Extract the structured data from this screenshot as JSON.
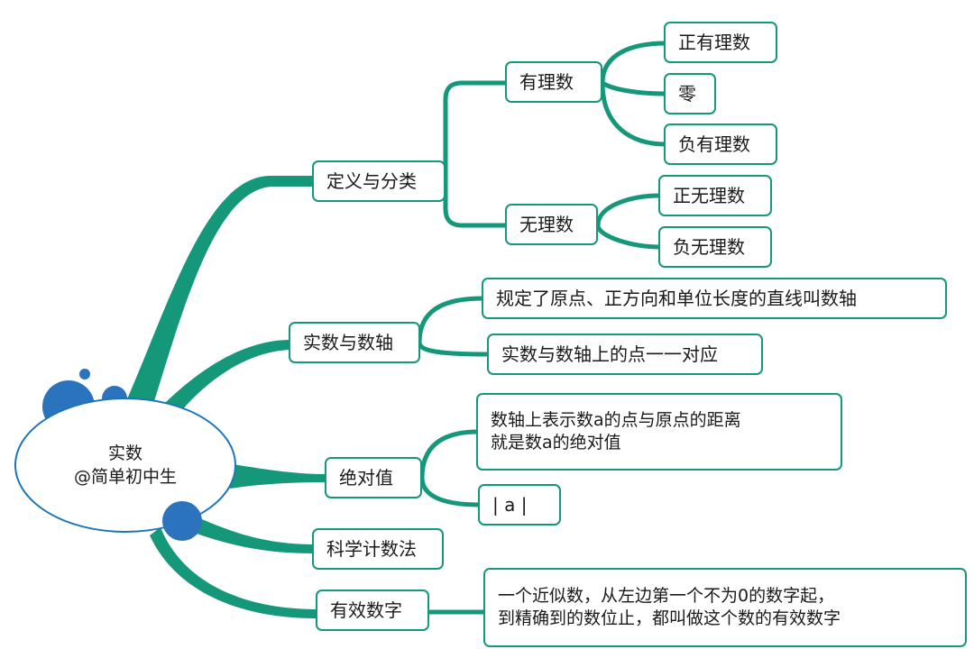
{
  "root": {
    "title": "实数",
    "subtitle": "@简单初中生"
  },
  "branches": {
    "definition": {
      "label": "定义与分类",
      "rational": {
        "label": "有理数",
        "children": [
          "正有理数",
          "零",
          "负有理数"
        ]
      },
      "irrational": {
        "label": "无理数",
        "children": [
          "正无理数",
          "负无理数"
        ]
      }
    },
    "number_line": {
      "label": "实数与数轴",
      "children": [
        "规定了原点、正方向和单位长度的直线叫数轴",
        "实数与数轴上的点一一对应"
      ]
    },
    "absolute": {
      "label": "绝对值",
      "children": [
        "数轴上表示数a的点与原点的距离\n就是数a的绝对值",
        "| a |"
      ]
    },
    "scientific": {
      "label": "科学计数法"
    },
    "significant": {
      "label": "有效数字",
      "children": [
        "一个近似数，从左边第一个不为0的数字起，\n到精确到的数位止，都叫做这个数的有效数字"
      ]
    }
  },
  "colors": {
    "branch": "#159879",
    "root_border": "#1b75b8",
    "bubble": "#2b73bd"
  }
}
